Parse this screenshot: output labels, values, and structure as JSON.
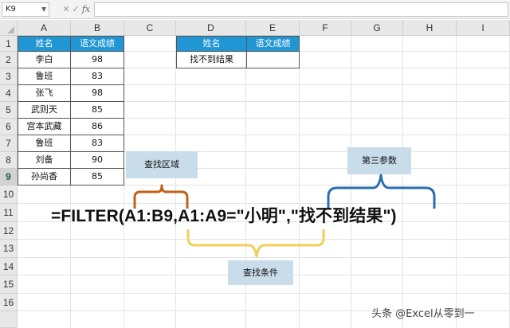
{
  "formula_bar": {
    "name_box": "K9",
    "cancel_glyph": "✕",
    "enter_glyph": "✓",
    "fx_label": "fx",
    "formula": ""
  },
  "columns": [
    "A",
    "B",
    "C",
    "D",
    "E",
    "F",
    "G",
    "H",
    "I"
  ],
  "rows": [
    "1",
    "2",
    "3",
    "4",
    "5",
    "6",
    "7",
    "8",
    "9",
    "10",
    "11",
    "12",
    "13",
    "14",
    "15",
    "16"
  ],
  "selected_cell": {
    "column": "K",
    "row": "9"
  },
  "source_table": {
    "headers": [
      "姓名",
      "语文成绩"
    ],
    "rows": [
      [
        "李白",
        "98"
      ],
      [
        "鲁班",
        "83"
      ],
      [
        "张飞",
        "98"
      ],
      [
        "武则天",
        "85"
      ],
      [
        "宫本武藏",
        "86"
      ],
      [
        "鲁班",
        "83"
      ],
      [
        "刘备",
        "90"
      ],
      [
        "孙尚香",
        "85"
      ]
    ]
  },
  "result_table": {
    "headers": [
      "姓名",
      "语文成绩"
    ],
    "row": [
      "找不到结果",
      ""
    ]
  },
  "annotations": {
    "formula": "=FILTER(A1:B9,A1:A9=\"小明\",\"找不到结果\")",
    "lookup_range_label": "查找区域",
    "condition_label": "查找条件",
    "third_param_label": "第三参数",
    "colors": {
      "orange": "#c0611a",
      "yellow": "#f2cf5b",
      "blue": "#2a6eae",
      "header_fill": "#2196d4"
    }
  },
  "watermark": "头条 @Excel从零到一"
}
